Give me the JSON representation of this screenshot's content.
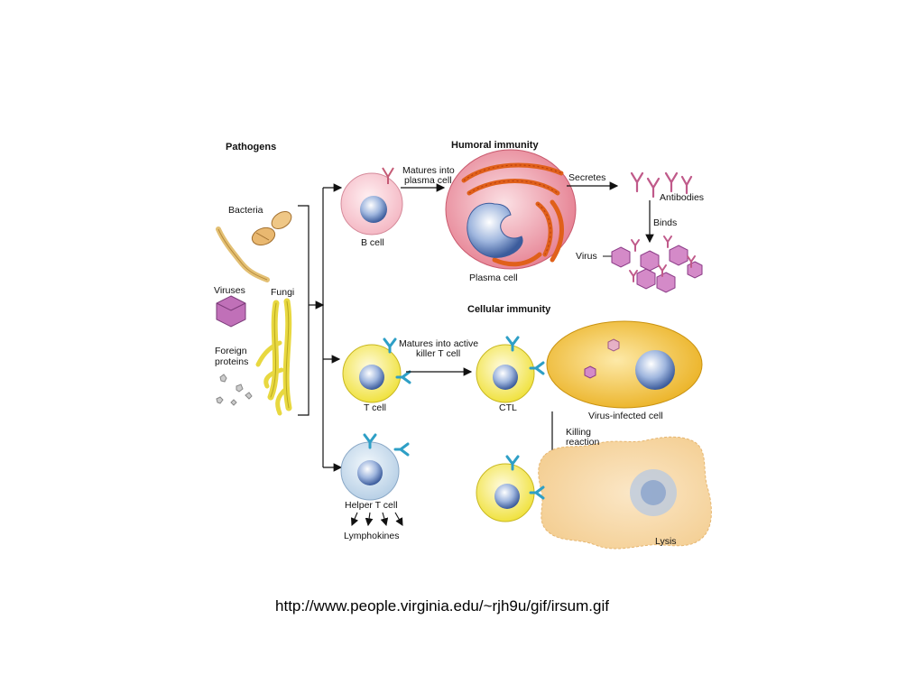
{
  "headers": {
    "pathogens": "Pathogens",
    "humoral": "Humoral immunity",
    "cellular": "Cellular immunity"
  },
  "labels": {
    "bacteria": "Bacteria",
    "viruses": "Viruses",
    "fungi": "Fungi",
    "foreign_proteins_1": "Foreign",
    "foreign_proteins_2": "proteins",
    "matures_plasma_1": "Matures into",
    "matures_plasma_2": "plasma cell",
    "b_cell": "B cell",
    "plasma_cell": "Plasma cell",
    "secretes": "Secretes",
    "antibodies": "Antibodies",
    "binds": "Binds",
    "virus": "Virus",
    "matures_killer_1": "Matures into active",
    "matures_killer_2": "killer T cell",
    "t_cell": "T cell",
    "ctl": "CTL",
    "virus_infected_cell": "Virus-infected cell",
    "killing_1": "Killing",
    "killing_2": "reaction",
    "helper_t_cell": "Helper T cell",
    "lymphokines": "Lymphokines",
    "lysis": "Lysis"
  },
  "source_url": "http://www.people.virginia.edu/~rjh9u/gif/irsum.gif",
  "colors": {
    "b_cell": "#f7c8d0",
    "t_cell": "#f2e84a",
    "helper_cell": "#cfe0ee",
    "nucleus": "#5d7fb8",
    "plasma": "#e87f8f",
    "er": "#e0601a",
    "infected": "#f0c030",
    "receptor": "#2e9fc6",
    "virus": "#c070b8",
    "fungi": "#e8d840"
  }
}
